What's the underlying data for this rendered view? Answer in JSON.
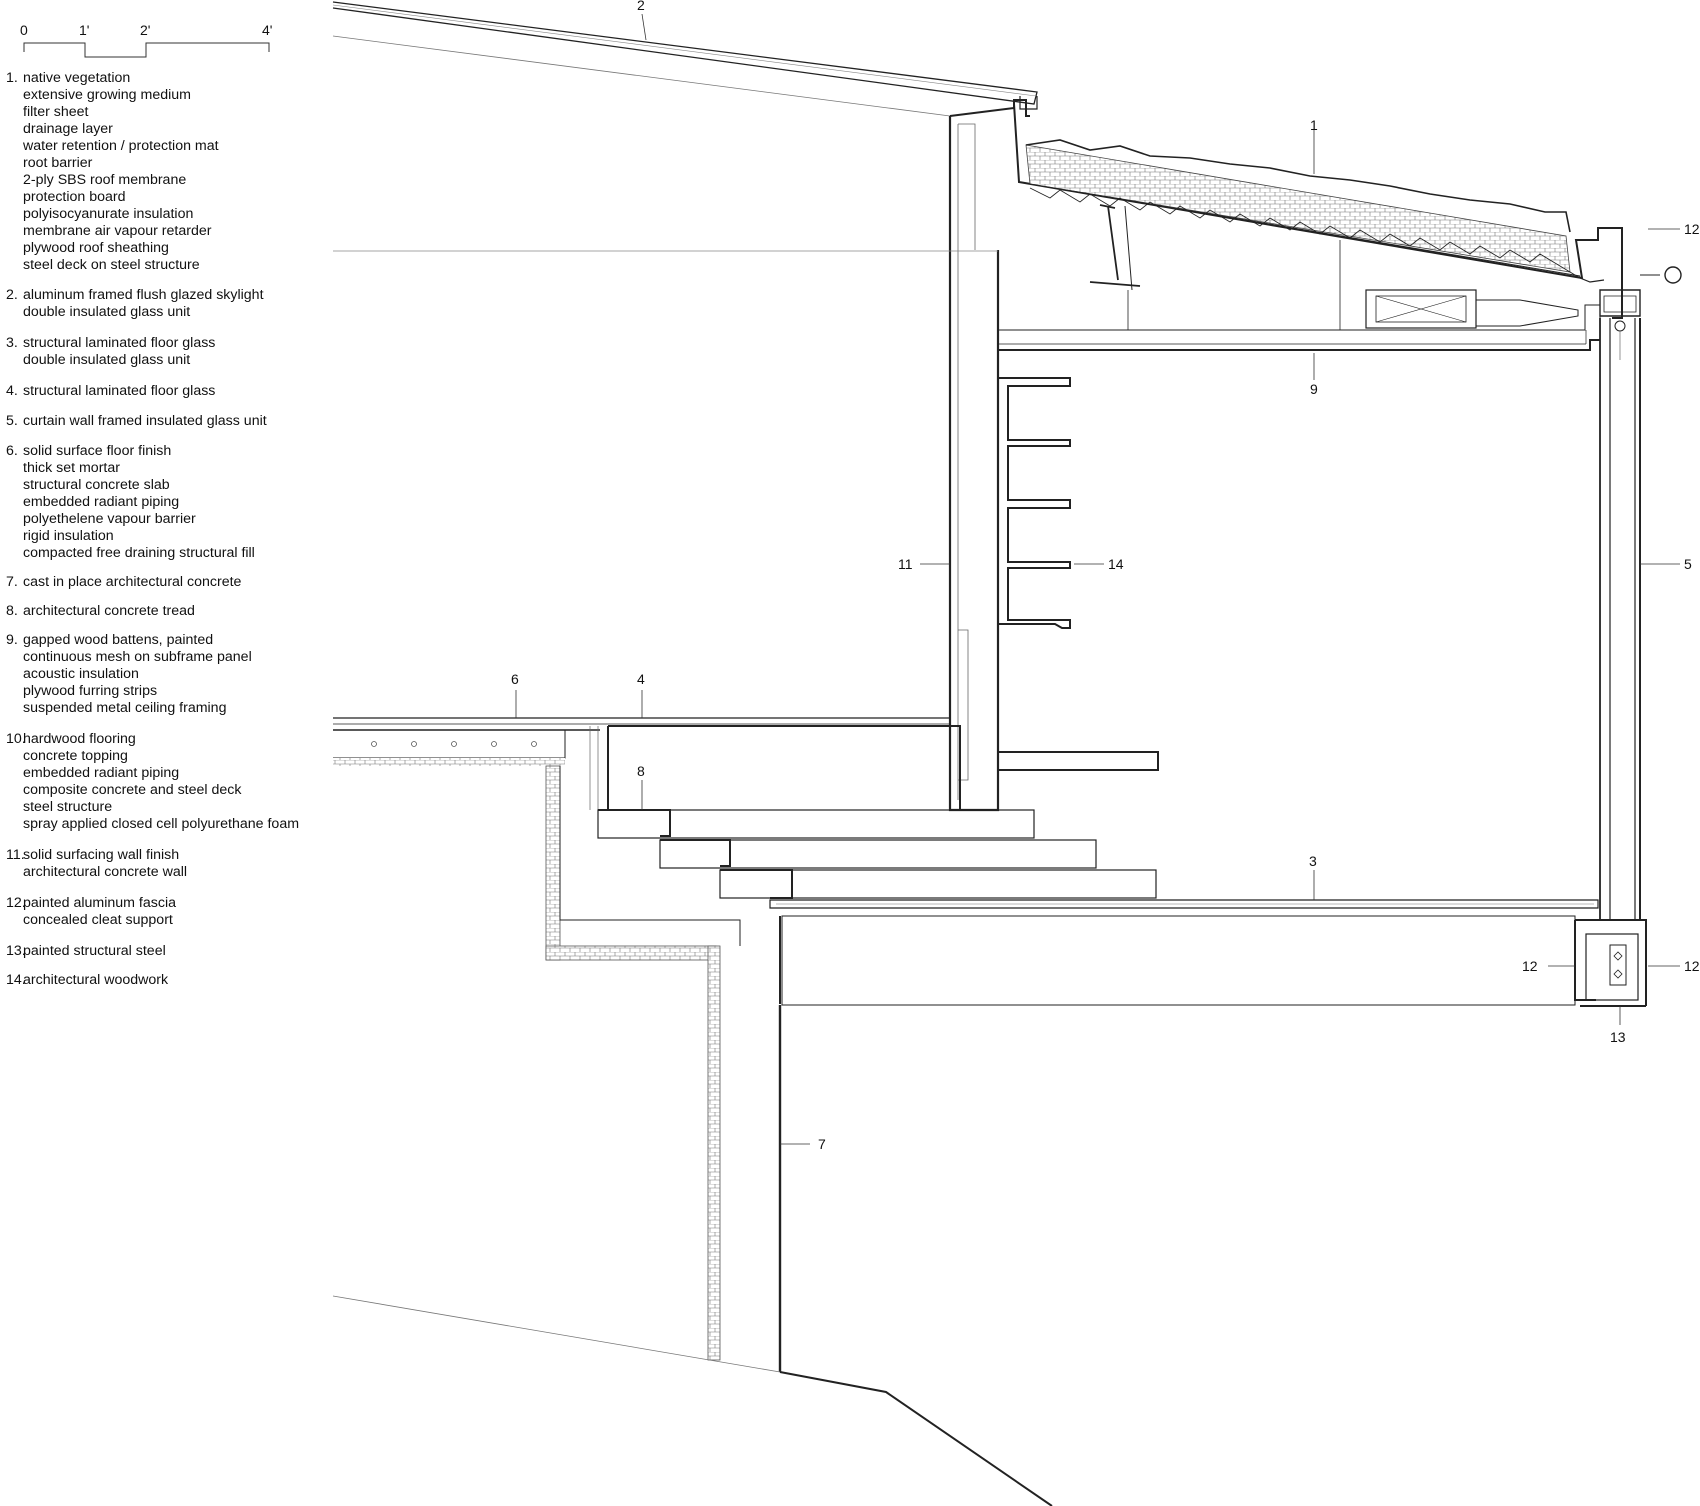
{
  "scale_bar": {
    "ticks": [
      "0",
      "1'",
      "2'",
      "4'"
    ]
  },
  "legend": [
    {
      "num": "1.",
      "lines": [
        "native vegetation",
        "extensive growing medium",
        "filter sheet",
        "drainage layer",
        "water retention / protection mat",
        "root barrier",
        "2-ply SBS roof membrane",
        "protection board",
        "polyisocyanurate insulation",
        "membrane air vapour retarder",
        "plywood roof sheathing",
        "steel deck on steel structure"
      ]
    },
    {
      "num": "2.",
      "lines": [
        "aluminum framed flush glazed skylight",
        "double insulated glass unit"
      ]
    },
    {
      "num": "3.",
      "lines": [
        "structural laminated floor glass",
        "double insulated glass unit"
      ]
    },
    {
      "num": "4.",
      "lines": [
        "structural laminated floor glass"
      ]
    },
    {
      "num": "5.",
      "lines": [
        "curtain wall framed insulated glass unit"
      ]
    },
    {
      "num": "6.",
      "lines": [
        "solid surface floor finish",
        "thick set mortar",
        "structural concrete slab",
        "embedded radiant piping",
        "polyethelene vapour barrier",
        "rigid insulation",
        "compacted free draining structural fill"
      ]
    },
    {
      "num": "7.",
      "lines": [
        "cast in place architectural concrete"
      ]
    },
    {
      "num": "8.",
      "lines": [
        "architectural concrete tread"
      ]
    },
    {
      "num": "9.",
      "lines": [
        "gapped wood battens, painted",
        "continuous mesh on subframe panel",
        "acoustic insulation",
        "plywood furring strips",
        "suspended metal ceiling framing"
      ]
    },
    {
      "num": "10.",
      "lines": [
        "hardwood flooring",
        "concrete topping",
        "embedded radiant piping",
        "composite concrete and steel deck",
        "steel structure",
        "spray applied closed cell polyurethane foam"
      ]
    },
    {
      "num": "11.",
      "lines": [
        "solid surfacing wall finish",
        "architectural concrete wall"
      ]
    },
    {
      "num": "12.",
      "lines": [
        "painted aluminum fascia",
        "concealed cleat support"
      ]
    },
    {
      "num": "13.",
      "lines": [
        "painted structural steel"
      ]
    },
    {
      "num": "14.",
      "lines": [
        "architectural woodwork"
      ]
    }
  ],
  "callouts": {
    "c1": "1",
    "c2": "2",
    "c3": "3",
    "c4": "4",
    "c5": "5",
    "c6": "6",
    "c7": "7",
    "c8": "8",
    "c9": "9",
    "c11": "11",
    "c12a": "12",
    "c12b": "12",
    "c12c": "12",
    "c13": "13",
    "c14": "14"
  }
}
